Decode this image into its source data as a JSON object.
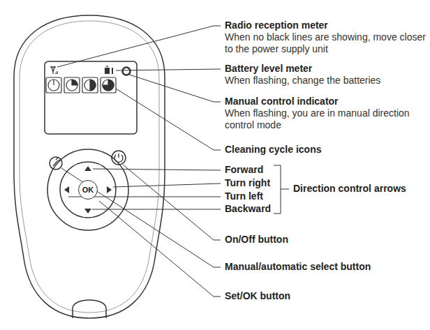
{
  "diagram": {
    "nodes": [
      {
        "text": [
          "OK"
        ]
      }
    ],
    "labels": [
      "Radio reception meter",
      "When no black lines are showing, move closer to the power supply unit",
      "Battery level meter",
      "When flashing, change the batteries",
      "Manual control indicator",
      "When flashing, you are in manual direction control mode",
      "Cleaning cycle icons",
      "Forward",
      "Turn right",
      "Turn left",
      "Backward",
      "Direction control arrows",
      "On/Off button",
      "Manual/automatic select button",
      "Set/OK button"
    ]
  }
}
